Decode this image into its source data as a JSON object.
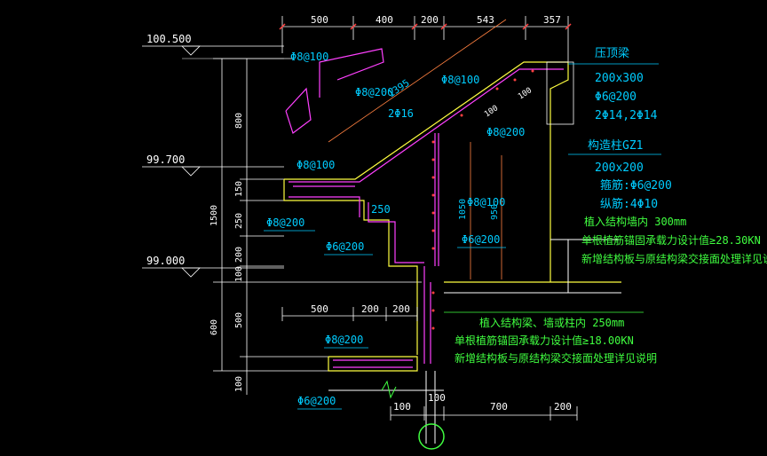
{
  "elevations": {
    "e1": "100.500",
    "e2": "99.700",
    "e3": "99.000"
  },
  "dims_top": {
    "d1": "500",
    "d2": "400",
    "d3": "200",
    "d4": "543",
    "d5": "357"
  },
  "dims_left": {
    "v1": "800",
    "v2": "150",
    "v3": "250",
    "v4": "200",
    "v5": "100",
    "v6": "500",
    "v_total1": "1500",
    "v_total2": "600",
    "v_bottom": "100"
  },
  "dims_mid": {
    "m1": "500",
    "m2": "200",
    "m3": "200"
  },
  "dims_bottom": {
    "b1": "100",
    "b2": "100",
    "b3": "700",
    "b4": "200"
  },
  "rebar": {
    "r1": "Φ8@100",
    "r2": "Φ8@200",
    "r3": "Φ8@100",
    "r4": "2Φ16",
    "r5": "Φ8@200",
    "r6": "Φ8@100",
    "r7": "Φ8@200",
    "r8": "Φ8@100",
    "r9": "Φ6@200",
    "r10": "Φ6@200",
    "r11": "Φ8@200",
    "r12": "Φ6@200"
  },
  "inner_dims": {
    "slope": "1395",
    "n250": "250",
    "n1050": "1050",
    "n950": "950",
    "n100a": "100",
    "n100b": "100"
  },
  "coping_beam": {
    "title": "压顶梁",
    "size": "200x300",
    "stirrup": "Φ6@200",
    "bars": "2Φ14,2Φ14"
  },
  "column": {
    "title": "构造柱GZ1",
    "size": "200x200",
    "stirrup": "箍筋:Φ6@200",
    "bars": "纵筋:4Φ10"
  },
  "note1": {
    "l1": "植入结构墙内 300mm",
    "l2": "单根植筋锚固承载力设计值≥28.30KN",
    "l3": "新增结构板与原结构梁交接面处理详见说明"
  },
  "note2": {
    "l1": "植入结构梁、墙或柱内 250mm",
    "l2": "单根植筋锚固承载力设计值≥18.00KN",
    "l3": "新增结构板与原结构梁交接面处理详见说明"
  },
  "colors": {
    "bg": "#000000",
    "dim": "#ffffff",
    "rebar": "#ff40ff",
    "label": "#00ccff",
    "concrete": "#ffff40",
    "note": "#40ff40",
    "extent": "#ff8040"
  }
}
